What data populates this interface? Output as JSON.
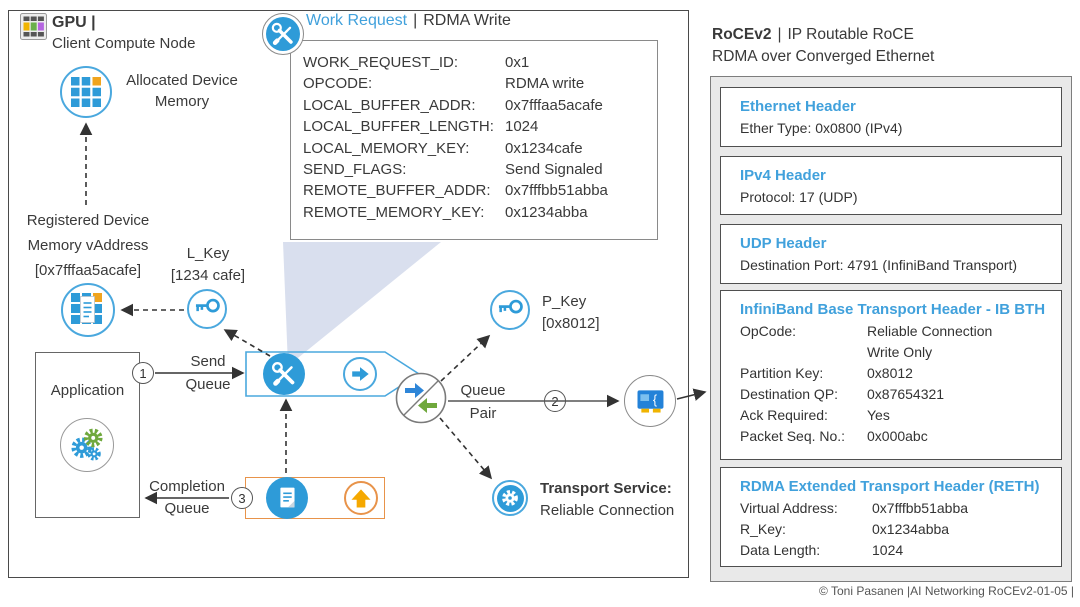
{
  "client_node": {
    "title": "GPU |",
    "subtitle": "Client Compute Node",
    "allocated_memory": {
      "line1": "Allocated Device",
      "line2": "Memory"
    },
    "registered_memory": {
      "line1": "Registered Device",
      "line2": "Memory vAddress",
      "line3": "[0x7fffaa5acafe]"
    },
    "l_key": {
      "label": "L_Key",
      "value": "[1234 cafe]"
    },
    "p_key": {
      "label": "P_Key",
      "value": "[0x8012]"
    },
    "application_label": "Application",
    "send_queue": {
      "line1": "Send",
      "line2": "Queue"
    },
    "completion_queue": {
      "line1": "Completion",
      "line2": "Queue"
    },
    "queue_pair": {
      "line1": "Queue",
      "line2": "Pair"
    },
    "transport_service": {
      "label": "Transport Service:",
      "value": "Reliable Connection"
    },
    "steps": {
      "one": "1",
      "two": "2",
      "three": "3"
    }
  },
  "work_request": {
    "title": "Work Request",
    "divider": "|",
    "subtitle": "RDMA Write",
    "fields": [
      {
        "label": "WORK_REQUEST_ID:",
        "value": "0x1"
      },
      {
        "label": "OPCODE:",
        "value": "RDMA write"
      },
      {
        "label": "LOCAL_BUFFER_ADDR:",
        "value": "0x7fffaa5acafe"
      },
      {
        "label": "LOCAL_BUFFER_LENGTH:",
        "value": "1024"
      },
      {
        "label": "LOCAL_MEMORY_KEY:",
        "value": "0x1234cafe"
      },
      {
        "label": "SEND_FLAGS:",
        "value": "Send Signaled"
      },
      {
        "label": "REMOTE_BUFFER_ADDR:",
        "value": "0x7fffbb51abba"
      },
      {
        "label": "REMOTE_MEMORY_KEY:",
        "value": "0x1234abba"
      }
    ]
  },
  "packet_panel": {
    "title": "RoCEv2",
    "divider": "|",
    "title_suffix": "IP Routable RoCE",
    "subtitle": "RDMA over Converged Ethernet",
    "sections": [
      {
        "header": "Ethernet Header",
        "text": "Ether Type: 0x0800 (IPv4)"
      },
      {
        "header": "IPv4 Header",
        "text": "Protocol: 17 (UDP)"
      },
      {
        "header": "UDP Header",
        "text": "Destination Port: 4791 (InfiniBand Transport)"
      },
      {
        "header": "InfiniBand Base Transport Header - IB BTH",
        "rows": [
          {
            "label": "OpCode:",
            "value": "Reliable Connection"
          },
          {
            "label": "",
            "value": "Write Only"
          },
          {
            "label": "Partition Key:",
            "value": "0x8012"
          },
          {
            "label": "Destination QP:",
            "value": "0x87654321"
          },
          {
            "label": "Ack Required:",
            "value": "Yes"
          },
          {
            "label": "Packet Seq. No.:",
            "value": "0x000abc"
          }
        ]
      },
      {
        "header": "RDMA Extended Transport Header (RETH)",
        "rows": [
          {
            "label": "Virtual Address:",
            "value": "0x7fffbb51abba"
          },
          {
            "label": "R_Key:",
            "value": "0x1234abba"
          },
          {
            "label": "Data Length:",
            "value": "1024"
          }
        ]
      }
    ]
  },
  "footer": "© Toni Pasanen |AI Networking RoCEv2-01-05 |",
  "icons": {
    "gpu": "gpu-chip-icon",
    "allocated_memory": "memory-grid-icon",
    "registered_memory": "memory-document-icon",
    "l_key": "key-icon",
    "p_key": "key-icon",
    "work_request": "tools-icon",
    "send_queue_item": "tools-icon",
    "send_arrow": "arrow-right-circle-icon",
    "queue_pair": "bidirectional-arrows-icon",
    "nic": "network-card-icon",
    "transport_service": "gear-icon",
    "completion_doc": "document-icon",
    "completion_arrow": "arrow-up-circle-icon",
    "application": "gears-icon"
  },
  "colors": {
    "accent_blue": "#41a1dc",
    "icon_blue": "#2e9bd8",
    "orange": "#f5a800",
    "completion_border": "#e8934a",
    "green": "#6fa83c",
    "panel_gray": "#e9e9e9",
    "callout_fill": "#d9dfee"
  }
}
